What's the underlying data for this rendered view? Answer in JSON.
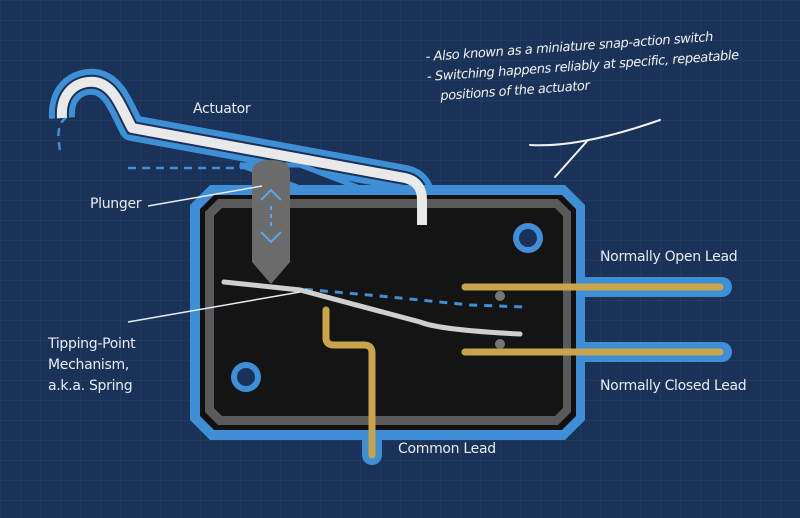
{
  "notes": [
    "- Also known as a miniature snap-action switch",
    "- Switching happens reliably at specific, repeatable",
    "positions of the actuator"
  ],
  "labels": {
    "actuator": "Actuator",
    "plunger": "Plunger",
    "spring": [
      "Tipping-Point",
      "Mechanism,",
      "a.k.a. Spring"
    ],
    "no_lead": "Normally Open Lead",
    "nc_lead": "Normally Closed Lead",
    "common_lead": "Common Lead"
  },
  "colors": {
    "background": "#1a3257",
    "outline": "#3f8fd6",
    "lead": "#c9a44a",
    "body": "#111111",
    "frame": "#5a5a5a"
  }
}
